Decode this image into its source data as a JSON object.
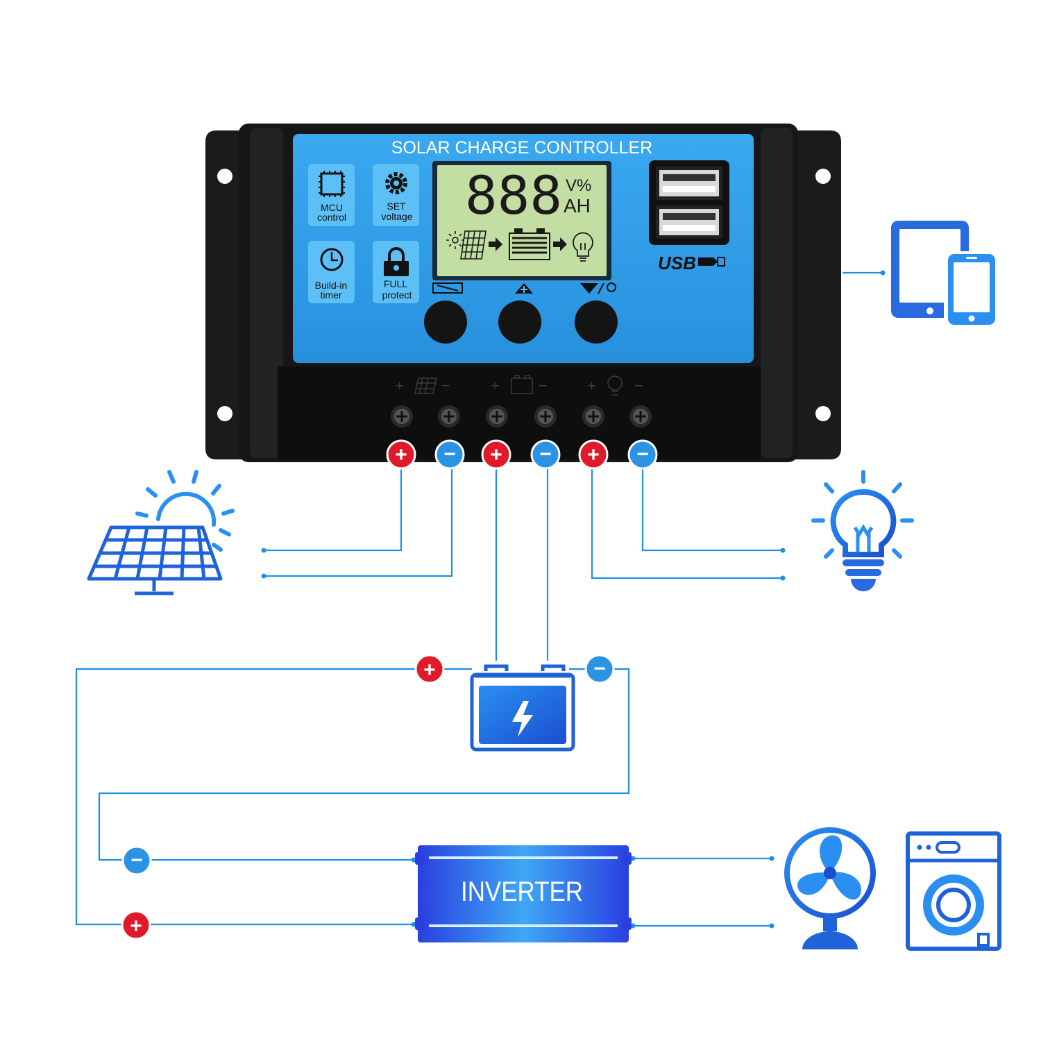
{
  "controller": {
    "title": "SOLAR CHARGE CONTROLLER",
    "features": [
      {
        "label_line1": "MCU",
        "label_line2": "control",
        "icon": "chip-icon"
      },
      {
        "label_line1": "SET",
        "label_line2": "voltage",
        "icon": "gear-icon"
      },
      {
        "label_line1": "Build-in",
        "label_line2": "timer",
        "icon": "clock-icon"
      },
      {
        "label_line1": "FULL",
        "label_line2": "protect",
        "icon": "lock-icon"
      }
    ],
    "lcd": {
      "digits": "888",
      "unit_top": "V%",
      "unit_bottom": "AH"
    },
    "usb_label": "USB",
    "terminal_groups": [
      {
        "plus": "+",
        "minus": "−",
        "icon": "solar-panel-icon"
      },
      {
        "plus": "+",
        "minus": "−",
        "icon": "battery-icon"
      },
      {
        "plus": "+",
        "minus": "−",
        "icon": "bulb-icon"
      }
    ],
    "terminal_signs": [
      "+",
      "−",
      "+",
      "−",
      "+",
      "−"
    ]
  },
  "battery": {
    "plus": "+",
    "minus": "−"
  },
  "inverter": {
    "label": "INVERTER",
    "minus": "−",
    "plus": "+"
  },
  "colors": {
    "accent_blue": "#1f8fe6",
    "panel_blue": "#35a5ee",
    "body_black": "#161616",
    "lcd_green": "#c3dea3",
    "positive_red": "#e01a2a",
    "negative_blue": "#2a93e3",
    "icon_blue": "#1f63d8"
  }
}
